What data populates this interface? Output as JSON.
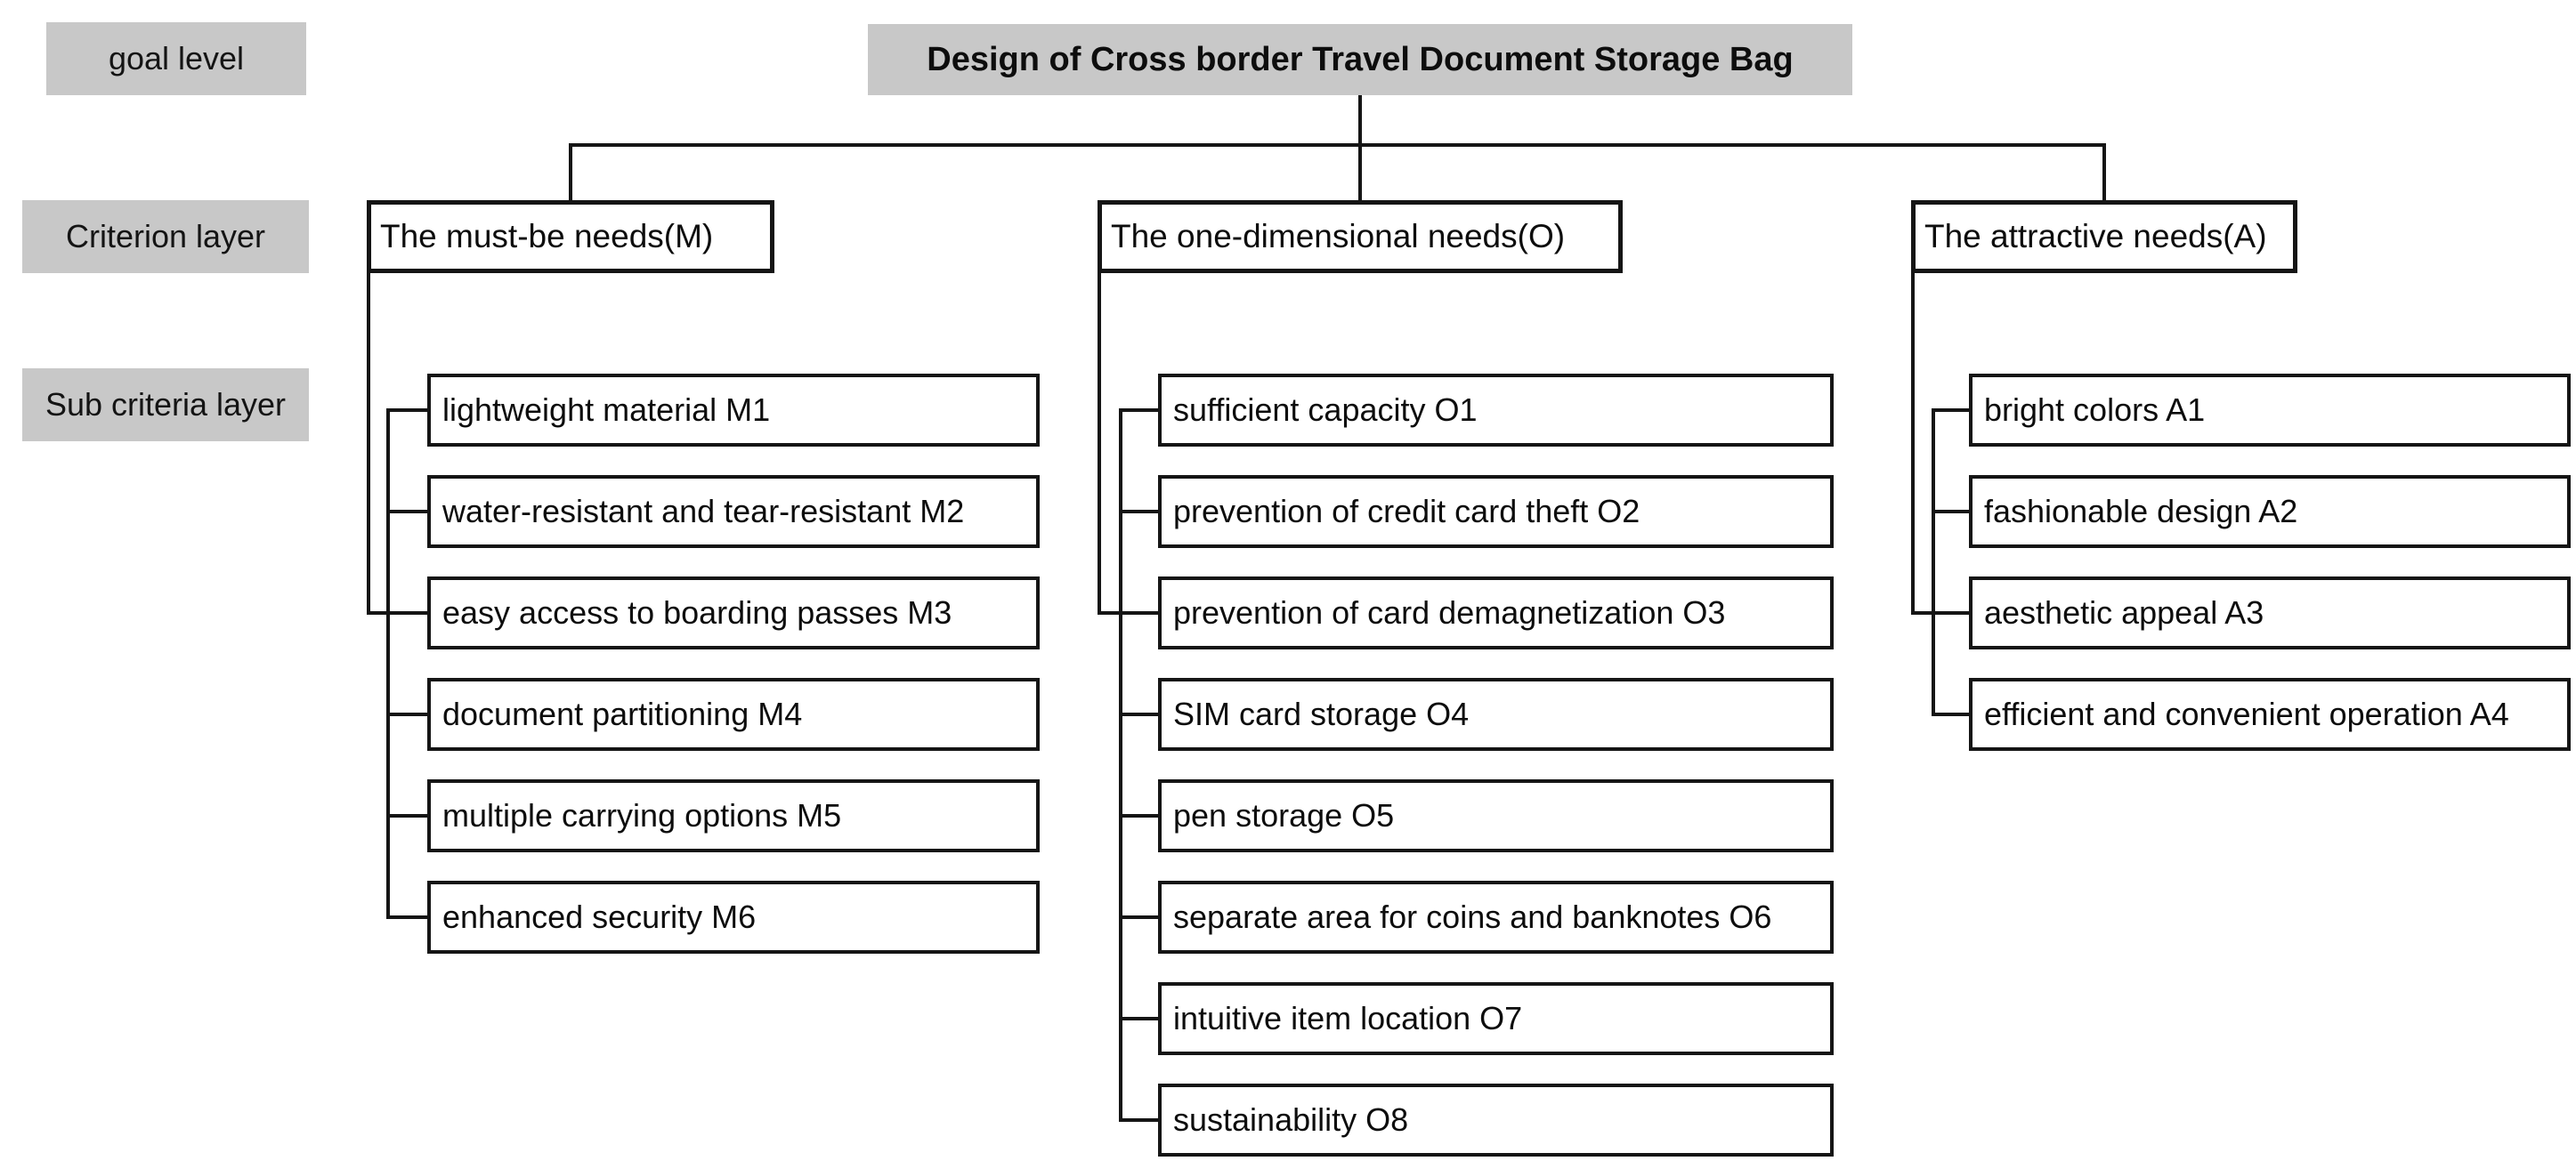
{
  "title": "Design of Cross border Travel Document Storage Bag",
  "row_labels": {
    "goal": "goal level",
    "criterion": "Criterion layer",
    "sub_criteria": "Sub criteria layer"
  },
  "columns": [
    {
      "id": "m",
      "header": "The must-be needs(M)",
      "items": [
        "lightweight material M1",
        "water-resistant and tear-resistant M2",
        "easy access to boarding passes M3",
        "document partitioning M4",
        "multiple carrying options M5",
        "enhanced security M6"
      ]
    },
    {
      "id": "o",
      "header": "The one-dimensional needs(O)",
      "items": [
        "sufficient capacity O1",
        "prevention of credit card theft O2",
        "prevention of card demagnetization O3",
        "SIM card storage O4",
        "pen storage O5",
        "separate area for coins and banknotes O6",
        "intuitive item location O7",
        "sustainability O8"
      ]
    },
    {
      "id": "a",
      "header": "The attractive needs(A)",
      "items": [
        "bright colors A1",
        "fashionable design A2",
        "aesthetic appeal A3",
        "efficient and convenient operation A4"
      ]
    }
  ],
  "colors": {
    "label_fill": "#c8c8c8",
    "line": "#151515",
    "background": "#ffffff"
  }
}
